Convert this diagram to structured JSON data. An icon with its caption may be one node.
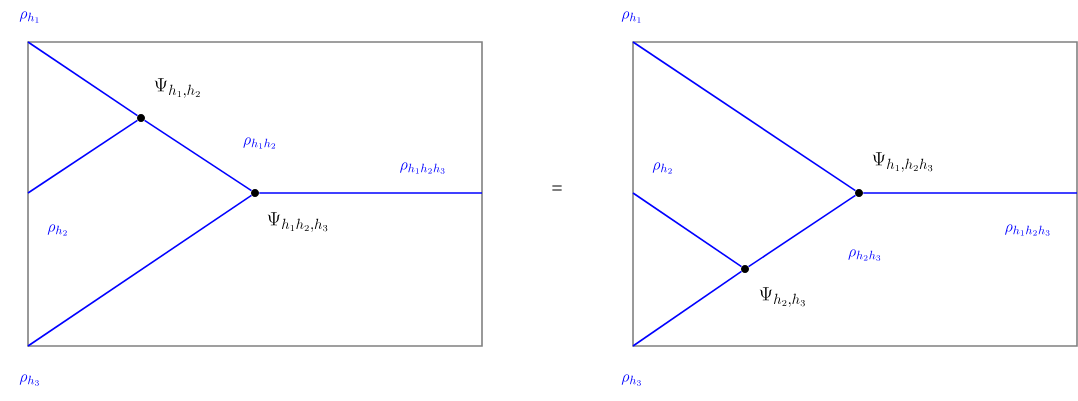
{
  "diagram": {
    "nodes": [
      {
        "text": [],
        "shape": "box"
      },
      {
        "text": [],
        "shape": "circle",
        "in": 0,
        "beside": [
          "\\Psi_{h_1,h_2}"
        ]
      },
      {
        "text": [],
        "shape": "circle",
        "in": 0,
        "beside": [
          "\\Psi_{h_1h_2,h_3}"
        ]
      },
      {
        "text": [],
        "shape": "box"
      },
      {
        "text": [],
        "shape": "circle",
        "in": 3,
        "beside": [
          "\\Psi_{h_1,h_2h_3}"
        ]
      },
      {
        "text": [],
        "shape": "circle",
        "in": 3,
        "beside": [
          "\\Psi_{h_2,h_3}"
        ]
      }
    ],
    "edges": [
      {
        "from": null,
        "to": 1,
        "arrow": "none",
        "label": "\\rho_{h_1}"
      },
      {
        "from": null,
        "to": 1,
        "arrow": "none",
        "label": "\\rho_{h_2}"
      },
      {
        "from": 1,
        "to": 2,
        "arrow": "none",
        "label": "\\rho_{h_1h_2}"
      },
      {
        "from": null,
        "to": 2,
        "arrow": "none",
        "label": "\\rho_{h_3}"
      },
      {
        "from": 2,
        "to": null,
        "arrow": "none",
        "label": "\\rho_{h_1h_2h_3}"
      },
      {
        "from": null,
        "to": 4,
        "arrow": "none",
        "label": "\\rho_{h_1}"
      },
      {
        "from": null,
        "to": 5,
        "arrow": "none",
        "label": "\\rho_{h_2}"
      },
      {
        "from": null,
        "to": 5,
        "arrow": "none",
        "label": "\\rho_{h_3}"
      },
      {
        "from": 5,
        "to": 4,
        "arrow": "none",
        "label": "\\rho_{h_2h_3}"
      },
      {
        "from": 4,
        "to": null,
        "arrow": "none",
        "label": "\\rho_{h_1h_2h_3}"
      }
    ],
    "labels": [
      "="
    ]
  }
}
